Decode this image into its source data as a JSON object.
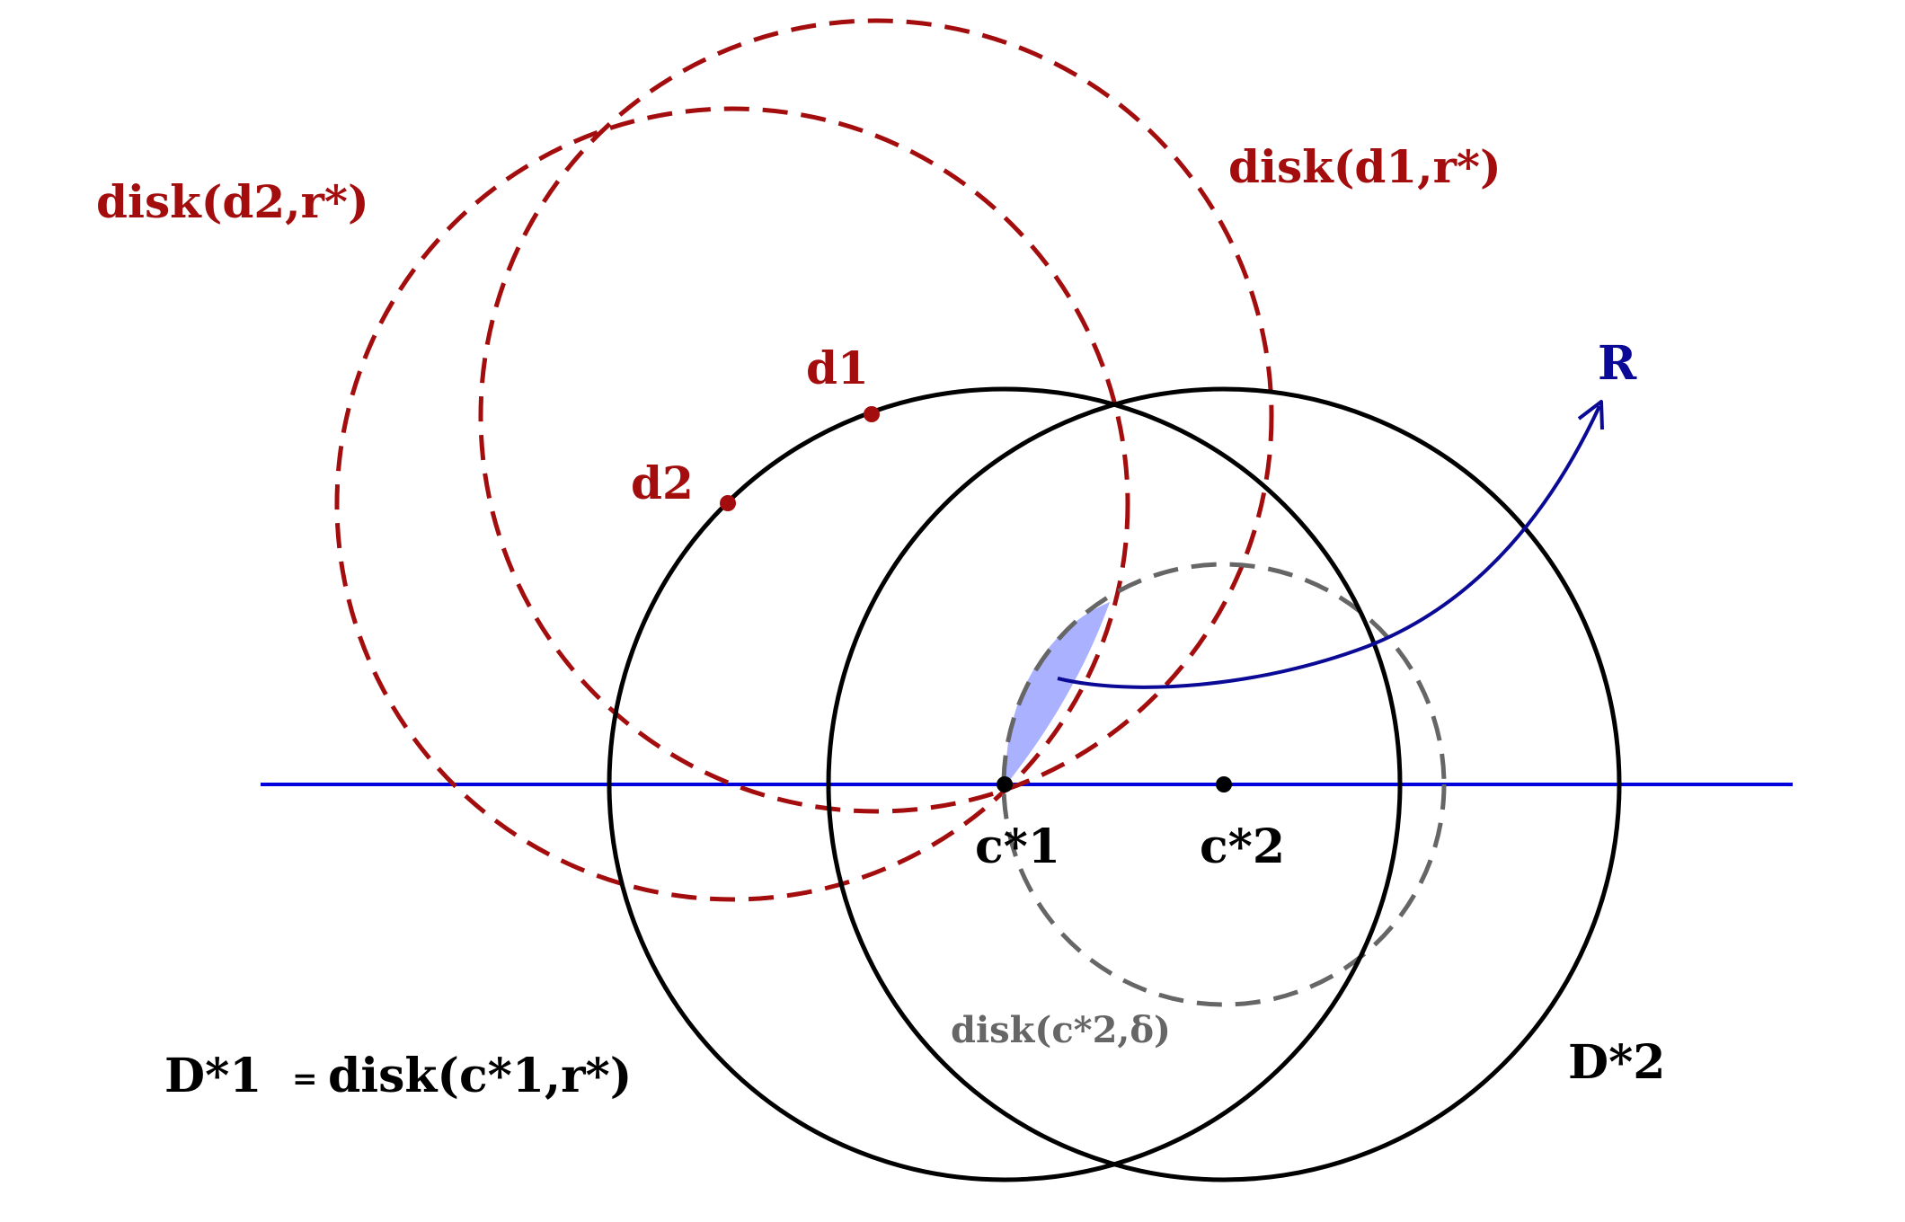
{
  "colors": {
    "red": "#a30d0d",
    "black": "#000000",
    "blue_line": "#0000dd",
    "blue_arrow": "#0a0a96",
    "gray": "#666666",
    "region_fill": "#aab2ff"
  },
  "labels": {
    "disk_d2": "disk(d2,r*)",
    "disk_d1": "disk(d1,r*)",
    "d1": "d1",
    "d2": "d2",
    "R": "R",
    "c1": "c*1",
    "c2": "c*2",
    "disk_c2_delta": "disk(c*2,δ)",
    "D1_lhs": "D*1",
    "eq": "=",
    "D1_rhs": "disk(c*1,r*)",
    "D2": "D*2"
  }
}
